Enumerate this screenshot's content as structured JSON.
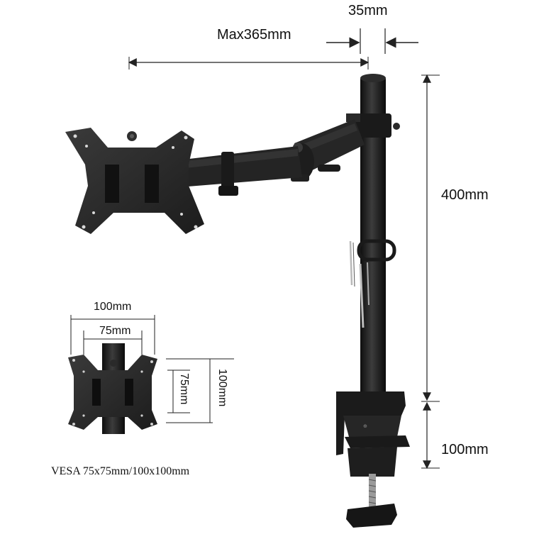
{
  "dimensions": {
    "arm_offset": "35mm",
    "max_reach": "Max365mm",
    "pole_height": "400mm",
    "clamp_height": "100mm"
  },
  "vesa": {
    "outer_width": "100mm",
    "inner_width": "75mm",
    "inner_height": "75mm",
    "outer_height": "100mm",
    "caption": "VESA 75x75mm/100x100mm"
  },
  "colors": {
    "metal": "#1e1e1e",
    "metal_light": "#3a3a3a",
    "dimension_line": "#222222",
    "background": "#ffffff"
  }
}
